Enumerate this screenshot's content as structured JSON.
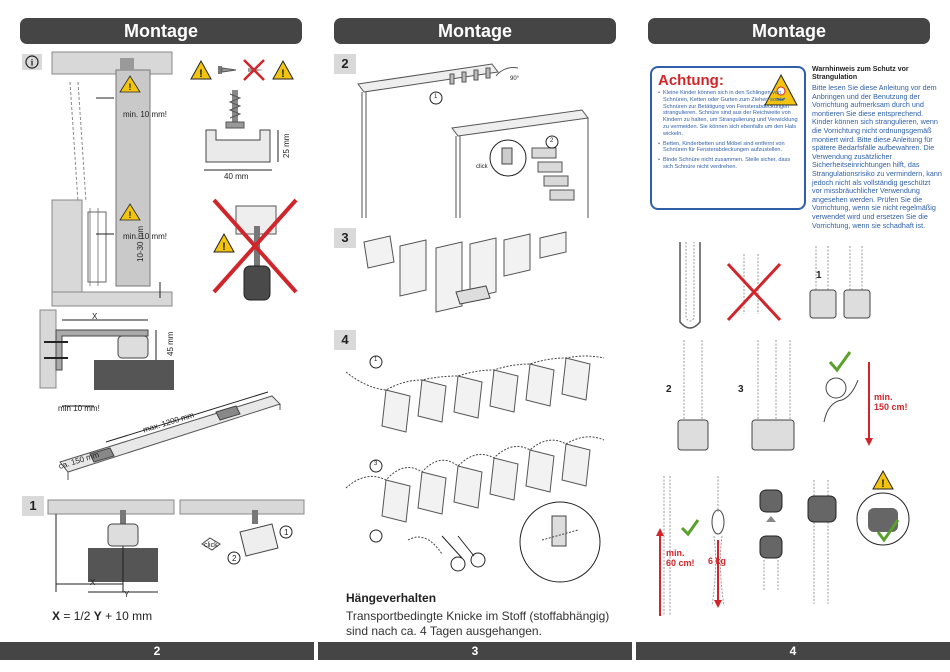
{
  "headers": {
    "left": "Montage",
    "middle": "Montage",
    "right": "Montage"
  },
  "steps": {
    "s1": "1",
    "s2": "2",
    "s3": "3",
    "s4": "4"
  },
  "info_icon": "info-icon",
  "left": {
    "min10_top": "min. 10 mm!",
    "min10_bottom": "min. 10 mm!",
    "dim_1030": "10-30 mm",
    "dim_25": "25 mm",
    "dim_40": "40 mm",
    "dim_x": "X",
    "dim_45": "45 mm",
    "min10_bracket": "min 10 mm!",
    "max1200": "max. 1200 mm",
    "ca150": "ca. 150 mm",
    "x_label": "X",
    "y_label": "Y",
    "click": "click",
    "num1": "1",
    "num2": "2"
  },
  "formula": {
    "x": "X",
    "eq": " = 1/2 ",
    "y": "Y",
    "rest": " + 10 mm"
  },
  "middle": {
    "angle": "90°",
    "click": "click",
    "c1": "1",
    "c2": "2",
    "c3": "3",
    "hang_title": "Hängeverhalten",
    "hang_text": "Transportbedingte Knicke im Stoff (stoffabhängig) sind nach ca. 4 Tagen ausgehangen."
  },
  "right": {
    "warning_title": "Achtung:",
    "warning_items": [
      "Kleine Kinder können sich in den Schlingen von Schnüren, Ketten oder Gurten zum Ziehen sowie Schnüren zur Betätigung von Fensterabdeckungen strangulieren. Schnüre sind aus der Reichweite von Kindern zu halten, um Strangulierung und Verwicklung zu vermeiden. Sie können sich ebenfalls um den Hals wickeln.",
      "Betten, Kinderbetten und Möbel sind entfernt von Schnüren für Fensterabdeckungen aufzustellen.",
      "Binde Schnüre nicht zusammen. Stelle sicher, dass sich Schnüre nicht verdrehen."
    ],
    "note_title": "Warnhinweis zum Schutz vor Strangulation",
    "note_body": "Bitte lesen Sie diese Anleitung vor dem Anbringen und der Benutzung der Vorrichtung aufmerksam durch und montieren Sie diese entsprechend. Kinder können sich strangulieren, wenn die Vorrichtung nicht ordnungsgemäß montiert wird. Bitte diese Anleitung für spätere Bedarfsfälle aufbewahren. Die Verwendung zusätzlicher Sicherheitseinrichtungen hilft, das Strangulationsrisiko zu vermindern, kann jedoch nicht als vollständig geschützt vor missbräuchlicher Verwendung angesehen werden. Prüfen Sie die Vorrichtung, wenn sie nicht regelmäßig verwendet wird und ersetzen Sie die Vorrichtung, wenn sie schadhaft ist.",
    "n1": "1",
    "n2": "2",
    "n3": "3",
    "min150": "min.\n150 cm!",
    "min60": "min.\n60 cm!",
    "kg6": "6 kg"
  },
  "pages": {
    "left": "2",
    "middle": "3",
    "right": "4"
  },
  "colors": {
    "header": "#454545",
    "step": "#d9d9d9",
    "warn_red": "#d0262b",
    "blue": "#2e5fa8",
    "green": "#5aa02c",
    "caution_yellow": "#f2c40f"
  }
}
